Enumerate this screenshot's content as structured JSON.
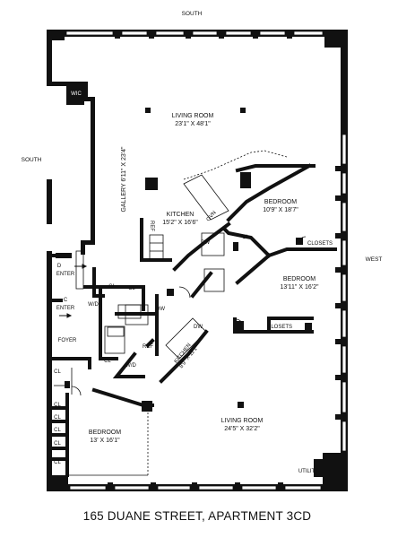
{
  "compass": {
    "south_top": "SOUTH",
    "south_left": "SOUTH",
    "west": "WEST"
  },
  "rooms": {
    "living_north": {
      "name": "LIVING ROOM",
      "dims": "23'1\" X 48'1\""
    },
    "gallery": {
      "text": "GALLERY 6'11\" X 23'4\""
    },
    "kitchen_1": {
      "name": "KITCHEN",
      "dims": "15'2\" X 16'6\""
    },
    "bedroom_ne": {
      "name": "BEDROOM",
      "dims": "10'9\" X 18'7\""
    },
    "bedroom_e": {
      "name": "BEDROOM",
      "dims": "13'11\" X 16'2\""
    },
    "kitchen_2": {
      "name": "KITCHEN",
      "dims": "8'9\" X 11'1\""
    },
    "living_south": {
      "name": "LIVING ROOM",
      "dims": "24'5\" X 32'2\""
    },
    "bedroom_sw": {
      "name": "BEDROOM",
      "dims": "13' X 16'1\""
    }
  },
  "small_labels": {
    "wic": "WIC",
    "ovn": "OVN",
    "ref1": "REF",
    "dw1": "DW",
    "cl_a": "CL",
    "closets_1": "CLOSETS",
    "closets_2": "CLOSETS",
    "d_enter_letter": "D",
    "d_enter": "ENTER",
    "c_enter_letter": "C",
    "c_enter": "ENTER",
    "wd1": "W/D",
    "cl_b": "CL",
    "cl_c": "CL",
    "cl_d": "CL",
    "dw2": "DW",
    "ref2": "REF",
    "dw3": "DW",
    "foyer": "FOYER",
    "cl_e": "CL",
    "wd2": "W/D",
    "cl_f": "CL",
    "cl_g": "CL",
    "cl_h": "CL",
    "cl_i": "CL",
    "cl_j": "CL",
    "utility": "UTILITY"
  },
  "caption": "165 DUANE STREET,  APARTMENT 3CD"
}
